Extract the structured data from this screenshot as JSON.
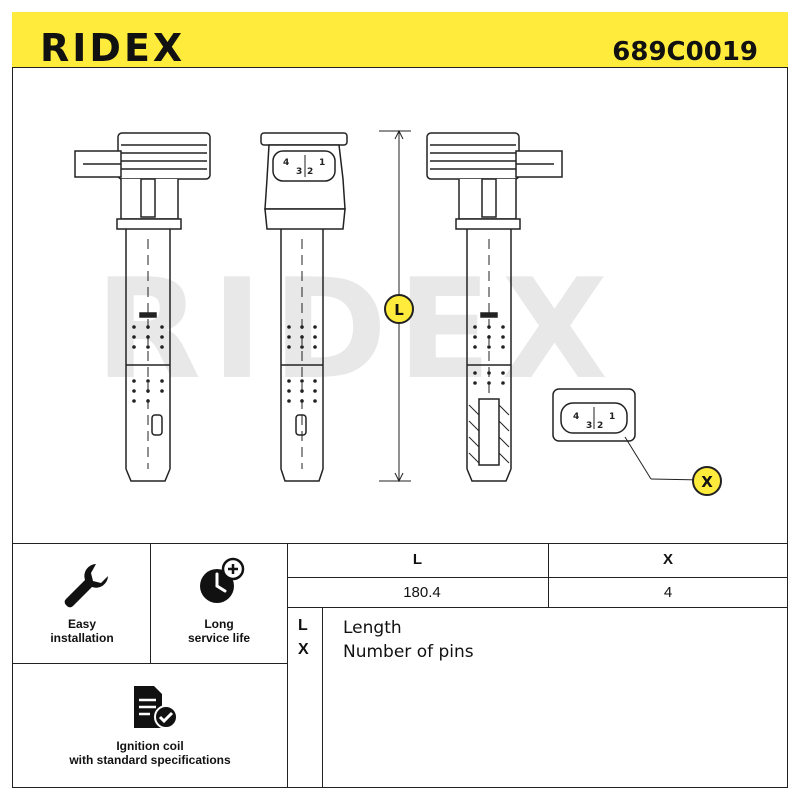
{
  "header": {
    "brand": "RIDEX",
    "part_number": "689C0019",
    "accent_color": "#ffeb3b"
  },
  "drawing": {
    "watermark": "RIDEX",
    "dimension_markers": [
      "L",
      "X"
    ],
    "connector_pins": [
      "4",
      "3",
      "2",
      "1"
    ]
  },
  "features": [
    {
      "icon": "wrench-icon",
      "label_line1": "Easy",
      "label_line2": "installation"
    },
    {
      "icon": "clock-plus-icon",
      "label_line1": "Long",
      "label_line2": "service life"
    },
    {
      "icon": "document-check-icon",
      "label_line1": "Ignition coil",
      "label_line2": "with standard specifications"
    }
  ],
  "spec_table": {
    "headers": [
      "L",
      "X"
    ],
    "values": [
      "180.4",
      "4"
    ]
  },
  "legend": [
    {
      "key": "L",
      "description": "Length"
    },
    {
      "key": "X",
      "description": "Number of pins"
    }
  ]
}
